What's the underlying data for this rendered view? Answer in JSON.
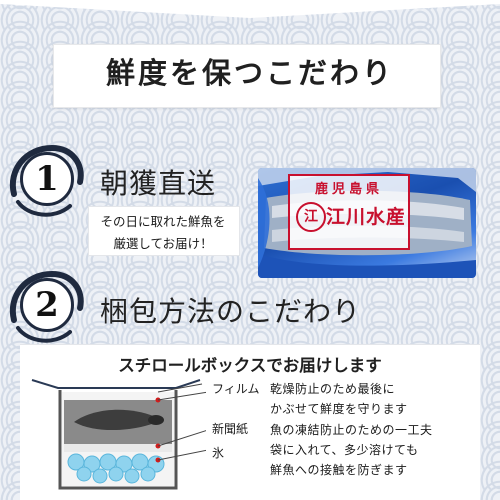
{
  "title": "鮮度を保つこだわり",
  "colors": {
    "accent_navy": "#1f2a3f",
    "wave_blue": "#d3dbe7",
    "bag_blue": "#2a66cc",
    "label_red": "#c8102e"
  },
  "section1": {
    "number": "1",
    "title": "朝獲直送",
    "sub_lines": [
      "その日に取れた鮮魚を",
      "厳選してお届け！"
    ],
    "photo": {
      "label_top": "鹿児島県",
      "label_brand": "江川水産",
      "emblem": "江",
      "icon": "fish-in-blue-bag-icon"
    }
  },
  "section2": {
    "number": "2",
    "title": "梱包方法のこだわり",
    "box_heading": "スチロールボックスでお届けします",
    "labels": {
      "film": "フィルム",
      "newspaper": "新聞紙",
      "ice": "氷"
    },
    "desc1": [
      "乾燥防止のため最後に",
      "かぶせて鮮度を守ります"
    ],
    "desc2": [
      "魚の凍結防止のための一工夫",
      "袋に入れて、多少溶けても",
      "鮮魚への接触を防ぎます"
    ],
    "icon": "styrofoam-box-diagram-icon"
  }
}
